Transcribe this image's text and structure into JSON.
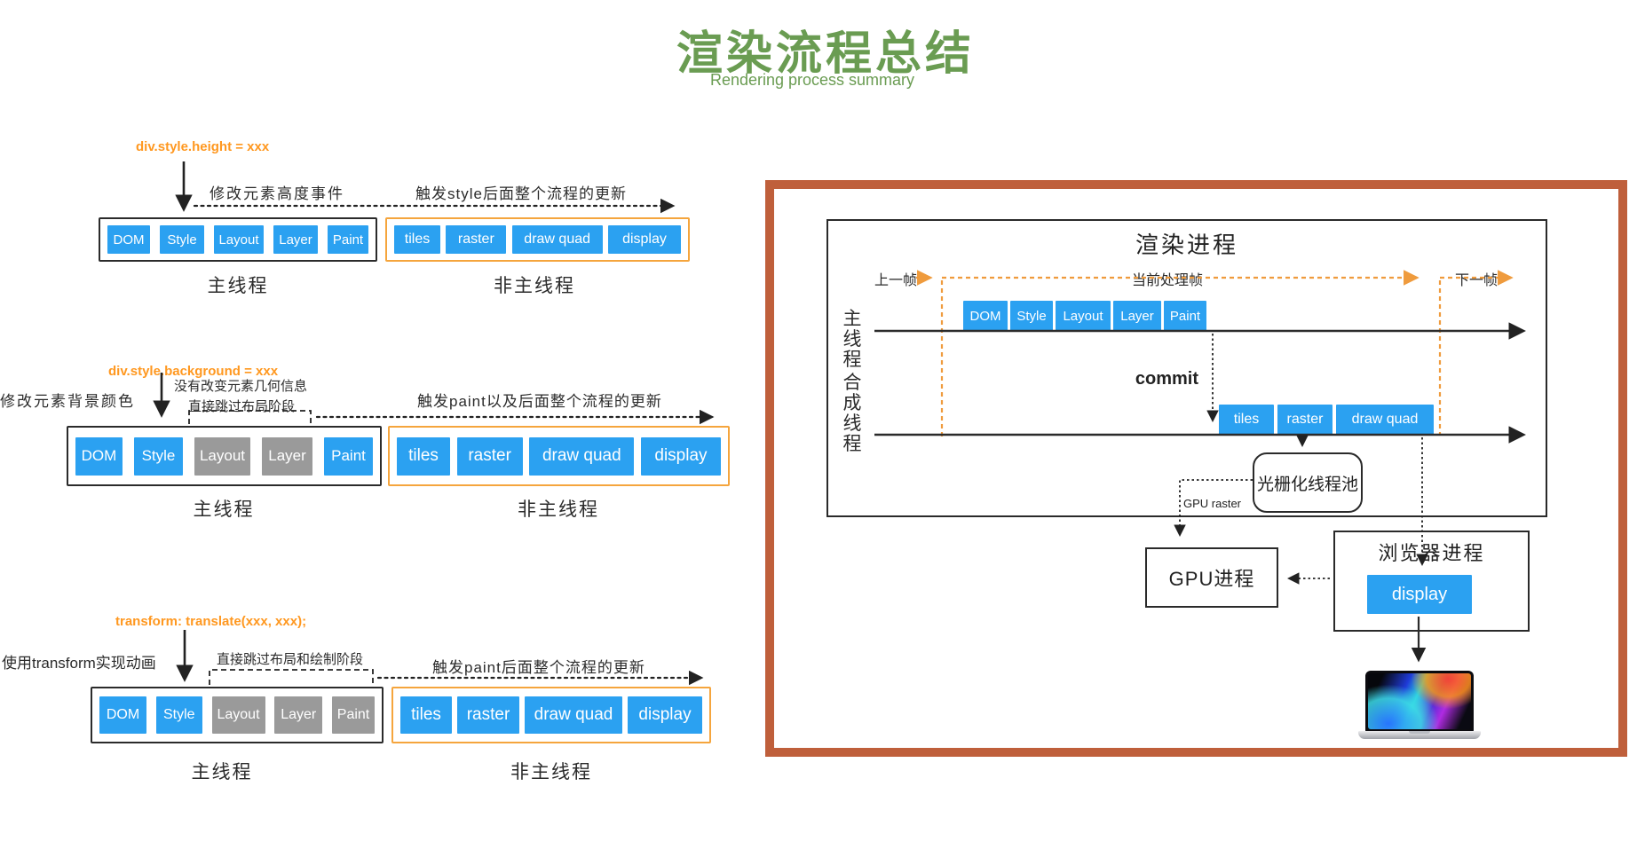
{
  "header": {
    "title": "渲染流程总结",
    "subtitle": "Rendering process summary"
  },
  "colors": {
    "title_green": "#6A9C52",
    "block_blue": "#2BA1F1",
    "block_gray": "#9A9A9A",
    "nonmain_border_orange": "#F5A53D",
    "code_orange": "#FF9820",
    "frame_dash_orange": "#EF9B3D",
    "outer_panel_border": "#BF5F3B",
    "ink": "#2B2B2B"
  },
  "left": {
    "rows": [
      {
        "code": "div.style.height = xxx",
        "event_label": "修改元素高度事件",
        "trigger_label": "触发style后面整个流程的更新",
        "main_title": "主线程",
        "nonmain_title": "非主线程",
        "main": [
          {
            "label": "DOM",
            "state": "run"
          },
          {
            "label": "Style",
            "state": "run"
          },
          {
            "label": "Layout",
            "state": "run"
          },
          {
            "label": "Layer",
            "state": "run"
          },
          {
            "label": "Paint",
            "state": "run"
          }
        ],
        "nonmain": [
          "tiles",
          "raster",
          "draw quad",
          "display"
        ]
      },
      {
        "code": "div.style.background = xxx",
        "side_label": "修改元素背景颜色",
        "skip_note_1": "没有改变元素几何信息",
        "skip_note_2": "直接跳过布局阶段",
        "trigger_label": "触发paint以及后面整个流程的更新",
        "main_title": "主线程",
        "nonmain_title": "非主线程",
        "main": [
          {
            "label": "DOM",
            "state": "run"
          },
          {
            "label": "Style",
            "state": "run"
          },
          {
            "label": "Layout",
            "state": "skip"
          },
          {
            "label": "Layer",
            "state": "skip"
          },
          {
            "label": "Paint",
            "state": "run"
          }
        ],
        "nonmain": [
          "tiles",
          "raster",
          "draw quad",
          "display"
        ]
      },
      {
        "code": "transform: translate(xxx, xxx);",
        "side_label": "使用transform实现动画",
        "skip_note_1": "直接跳过布局和绘制阶段",
        "trigger_label": "触发paint后面整个流程的更新",
        "main_title": "主线程",
        "nonmain_title": "非主线程",
        "main": [
          {
            "label": "DOM",
            "state": "run"
          },
          {
            "label": "Style",
            "state": "run"
          },
          {
            "label": "Layout",
            "state": "skip"
          },
          {
            "label": "Layer",
            "state": "skip"
          },
          {
            "label": "Paint",
            "state": "skip"
          }
        ],
        "nonmain": [
          "tiles",
          "raster",
          "draw quad",
          "display"
        ]
      }
    ]
  },
  "panel": {
    "title": "渲染进程",
    "frames": {
      "prev": "上一帧",
      "current": "当前处理帧",
      "next": "下一帧"
    },
    "threads": {
      "main": "主线程",
      "compositor": "合成线程"
    },
    "main_blocks": [
      "DOM",
      "Style",
      "Layout",
      "Layer",
      "Paint"
    ],
    "commit_label": "commit",
    "compositor_blocks": [
      "tiles",
      "raster",
      "draw quad"
    ],
    "raster_pool_label": "光栅化线程池",
    "gpu_raster_label": "GPU raster",
    "gpu_process_label": "GPU进程",
    "browser_process_label": "浏览器进程",
    "display_label": "display"
  }
}
